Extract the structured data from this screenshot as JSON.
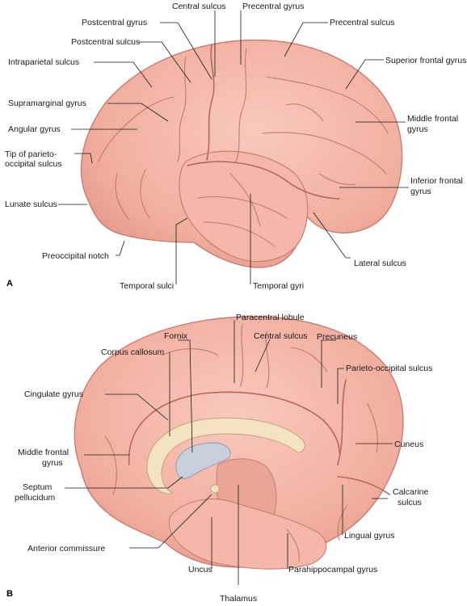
{
  "panels": {
    "a": "A",
    "b": "B"
  },
  "lateral_view": {
    "central_sulcus": "Central sulcus",
    "precentral_gyrus": "Precentral gyrus",
    "postcentral_gyrus": "Postcentral gyrus",
    "precentral_sulcus": "Precentral sulcus",
    "postcentral_sulcus": "Postcentral sulcus",
    "superior_frontal_gyrus": "Superior frontal gyrus",
    "intraparietal_sulcus": "Intraparietal sulcus",
    "supramarginal_gyrus": "Supramarginal gyrus",
    "middle_frontal_gyrus_1": "Middle frontal",
    "middle_frontal_gyrus_2": "gyrus",
    "angular_gyrus": "Angular gyrus",
    "tip_parieto_1": "Tip of parieto-",
    "tip_parieto_2": "occipital sulcus",
    "inferior_frontal_gyrus_1": "Inferior frontal",
    "inferior_frontal_gyrus_2": "gyrus",
    "lunate_sulcus": "Lunate sulcus",
    "preoccipital_notch": "Preoccipital notch",
    "lateral_sulcus": "Lateral sulcus",
    "temporal_sulci": "Temporal sulci",
    "temporal_gyri": "Temporal gyri"
  },
  "medial_view": {
    "paracentral_lobule": "Paracentral lobule",
    "fornix": "Fornix",
    "central_sulcus": "Central sulcus",
    "precuneus": "Precuneus",
    "corpus_callosum": "Corpus callosum",
    "parieto_occipital_sulcus": "Parieto-occipital sulcus",
    "cingulate_gyrus": "Cingulate gyrus",
    "cuneus": "Cuneus",
    "middle_frontal_gyrus_1": "Middle frontal",
    "middle_frontal_gyrus_2": "gyrus",
    "septum_1": "Septum",
    "septum_2": "pellucidum",
    "calcarine_1": "Calcarine",
    "calcarine_2": "sulcus",
    "anterior_commissure": "Anterior commissure",
    "lingual_gyrus": "Lingual gyrus",
    "uncus": "Uncus",
    "parahippocampal_gyrus": "Parahippocampal gyrus",
    "thalamus": "Thalamus"
  },
  "colors": {
    "cortex": "#f3b5a8",
    "cortex_shadow": "#e39c90",
    "sulcus": "#b8655e",
    "corpus_callosum": "#f3e3c2",
    "ventricle": "#c9cfdc",
    "label_text": "#1a1a1a"
  }
}
